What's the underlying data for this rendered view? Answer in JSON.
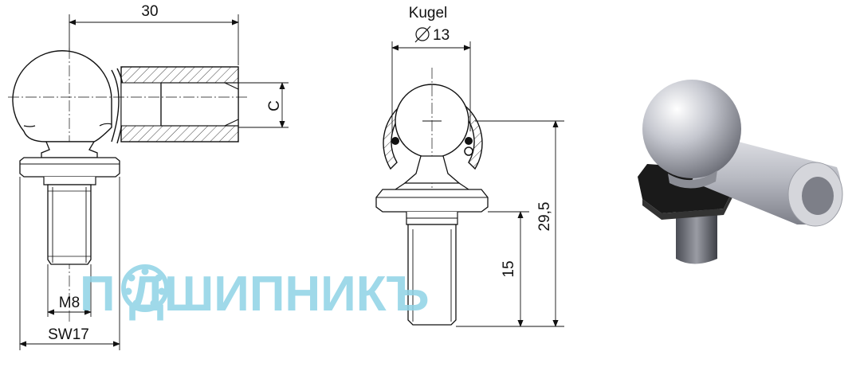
{
  "dimensions": {
    "width_30": "30",
    "thread": "M8",
    "wrench": "SW17",
    "bore": "C",
    "ball_label": "Kugel",
    "ball_diameter": "13",
    "height_29_5": "29,5",
    "thread_length": "15"
  },
  "watermark": {
    "text": "П  ДШИПНИКЪ"
  },
  "colors": {
    "line": "#111111",
    "watermark": "#8fd3e6",
    "metal": "#b9bbc2",
    "hex_nut": "#1a1a1a"
  }
}
